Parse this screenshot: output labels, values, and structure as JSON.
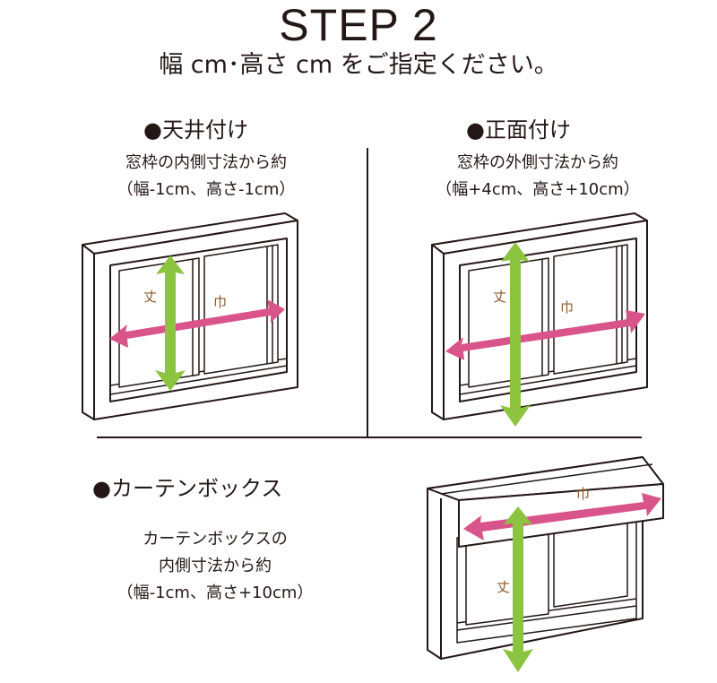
{
  "title": "STEP 2",
  "subtitle": "幅 cm･高さ cm をご指定ください。",
  "sections": [
    {
      "heading": "●天井付け",
      "line1": "窓枠の内側寸法から約",
      "line2": "（幅-1cm、高さ-1cm）"
    },
    {
      "heading": "●正面付け",
      "line1": "窓枠の外側寸法から約",
      "line2": "（幅+4cm、高さ+10cm）"
    },
    {
      "heading": "●カーテンボックス",
      "line1": "カーテンボックスの",
      "line2": "内側寸法から約",
      "line3": "（幅-1cm、高さ+10cm）"
    }
  ],
  "labels": {
    "height": "丈",
    "width": "巾"
  },
  "colors": {
    "width_arrow": "#d9548a",
    "height_arrow": "#8cc43f",
    "line": "#231815",
    "label": "#8a5a2b"
  }
}
